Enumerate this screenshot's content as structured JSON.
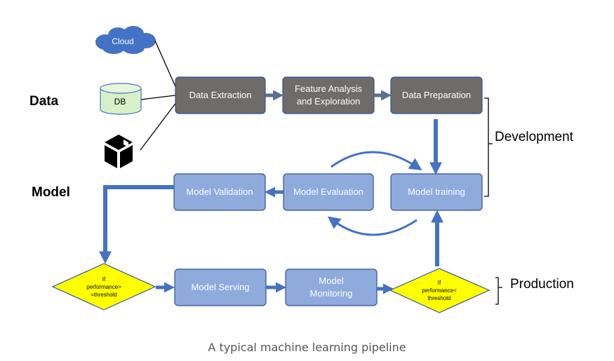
{
  "labels": {
    "data": "Data",
    "model": "Model",
    "development": "Development",
    "production": "Production"
  },
  "sources": {
    "cloud": "Cloud",
    "db": "DB"
  },
  "steps": {
    "data_extraction": "Data Extraction",
    "feature_analysis_line1": "Feature Analysis",
    "feature_analysis_line2": "and Exploration",
    "data_preparation": "Data Preparation",
    "model_training": "Model training",
    "model_evaluation": "Model Evaluation",
    "model_validation": "Model Validation",
    "model_serving": "Model Serving",
    "model_monitoring_line1": "Model",
    "model_monitoring_line2": "Monitoring"
  },
  "decisions": {
    "left_line1": "If",
    "left_line2": "performance>",
    "left_line3": "=threshold",
    "right_line1": "If",
    "right_line2": "performance<",
    "right_line3": "threshold"
  },
  "caption": "A typical machine learning pipeline",
  "colors": {
    "gray_box": "#6f6b68",
    "blue_box": "#8faadc",
    "box_border": "#2f5597",
    "arrow": "#4472c4",
    "diamond": "#ffff00",
    "db": "#d8f0c8",
    "cloud": "#4472c4"
  }
}
